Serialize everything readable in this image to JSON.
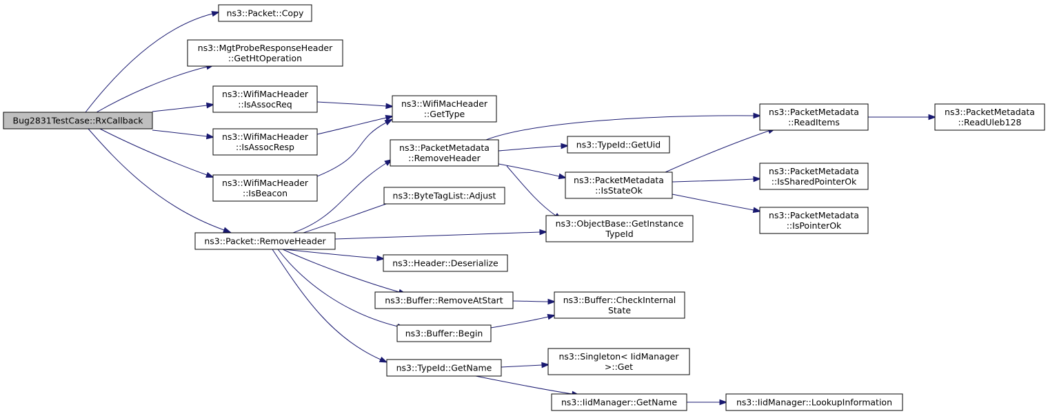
{
  "graph": {
    "root": "rx",
    "nodes": {
      "rx": {
        "lines": [
          "Bug2831TestCase::RxCallback"
        ],
        "root": true
      },
      "copy": {
        "lines": [
          "ns3::Packet::Copy"
        ]
      },
      "htop": {
        "lines": [
          "ns3::MgtProbeResponseHeader",
          "::GetHtOperation"
        ]
      },
      "assocreq": {
        "lines": [
          "ns3::WifiMacHeader",
          "::IsAssocReq"
        ]
      },
      "assocresp": {
        "lines": [
          "ns3::WifiMacHeader",
          "::IsAssocResp"
        ]
      },
      "beacon": {
        "lines": [
          "ns3::WifiMacHeader",
          "::IsBeacon"
        ]
      },
      "gettype": {
        "lines": [
          "ns3::WifiMacHeader",
          "::GetType"
        ]
      },
      "prh": {
        "lines": [
          "ns3::Packet::RemoveHeader"
        ]
      },
      "pmrh": {
        "lines": [
          "ns3::PacketMetadata",
          "::RemoveHeader"
        ]
      },
      "adjust": {
        "lines": [
          "ns3::ByteTagList::Adjust"
        ]
      },
      "getuid": {
        "lines": [
          "ns3::TypeId::GetUid"
        ]
      },
      "stateok": {
        "lines": [
          "ns3::PacketMetadata",
          "::IsStateOk"
        ]
      },
      "instance": {
        "lines": [
          "ns3::ObjectBase::GetInstance",
          "TypeId"
        ]
      },
      "deser": {
        "lines": [
          "ns3::Header::Deserialize"
        ]
      },
      "rmstart": {
        "lines": [
          "ns3::Buffer::RemoveAtStart"
        ]
      },
      "begin": {
        "lines": [
          "ns3::Buffer::Begin"
        ]
      },
      "checkint": {
        "lines": [
          "ns3::Buffer::CheckInternal",
          "State"
        ]
      },
      "tgetname": {
        "lines": [
          "ns3::TypeId::GetName"
        ]
      },
      "singleton": {
        "lines": [
          "ns3::Singleton< IidManager",
          ">::Get"
        ]
      },
      "iidname": {
        "lines": [
          "ns3::IidManager::GetName"
        ]
      },
      "lookup": {
        "lines": [
          "ns3::IidManager::LookupInformation"
        ]
      },
      "readitems": {
        "lines": [
          "ns3::PacketMetadata",
          "::ReadItems"
        ]
      },
      "uleb": {
        "lines": [
          "ns3::PacketMetadata",
          "::ReadUleb128"
        ]
      },
      "shared": {
        "lines": [
          "ns3::PacketMetadata",
          "::IsSharedPointerOk"
        ]
      },
      "ptrok": {
        "lines": [
          "ns3::PacketMetadata",
          "::IsPointerOk"
        ]
      }
    },
    "edges": [
      [
        "rx",
        "copy"
      ],
      [
        "rx",
        "htop"
      ],
      [
        "rx",
        "assocreq"
      ],
      [
        "rx",
        "assocresp"
      ],
      [
        "rx",
        "beacon"
      ],
      [
        "rx",
        "prh"
      ],
      [
        "assocreq",
        "gettype"
      ],
      [
        "assocresp",
        "gettype"
      ],
      [
        "beacon",
        "gettype"
      ],
      [
        "prh",
        "pmrh"
      ],
      [
        "prh",
        "adjust"
      ],
      [
        "prh",
        "instance"
      ],
      [
        "prh",
        "deser"
      ],
      [
        "prh",
        "rmstart"
      ],
      [
        "prh",
        "begin"
      ],
      [
        "prh",
        "tgetname"
      ],
      [
        "pmrh",
        "readitems"
      ],
      [
        "pmrh",
        "getuid"
      ],
      [
        "pmrh",
        "stateok"
      ],
      [
        "pmrh",
        "instance"
      ],
      [
        "stateok",
        "readitems"
      ],
      [
        "stateok",
        "shared"
      ],
      [
        "stateok",
        "ptrok"
      ],
      [
        "readitems",
        "uleb"
      ],
      [
        "rmstart",
        "checkint"
      ],
      [
        "begin",
        "checkint"
      ],
      [
        "tgetname",
        "singleton"
      ],
      [
        "tgetname",
        "iidname"
      ],
      [
        "iidname",
        "lookup"
      ]
    ]
  },
  "colors": {
    "edge": "#191970",
    "root_fill": "#bfbfbf",
    "node_border": "#000000",
    "background": "#ffffff"
  }
}
